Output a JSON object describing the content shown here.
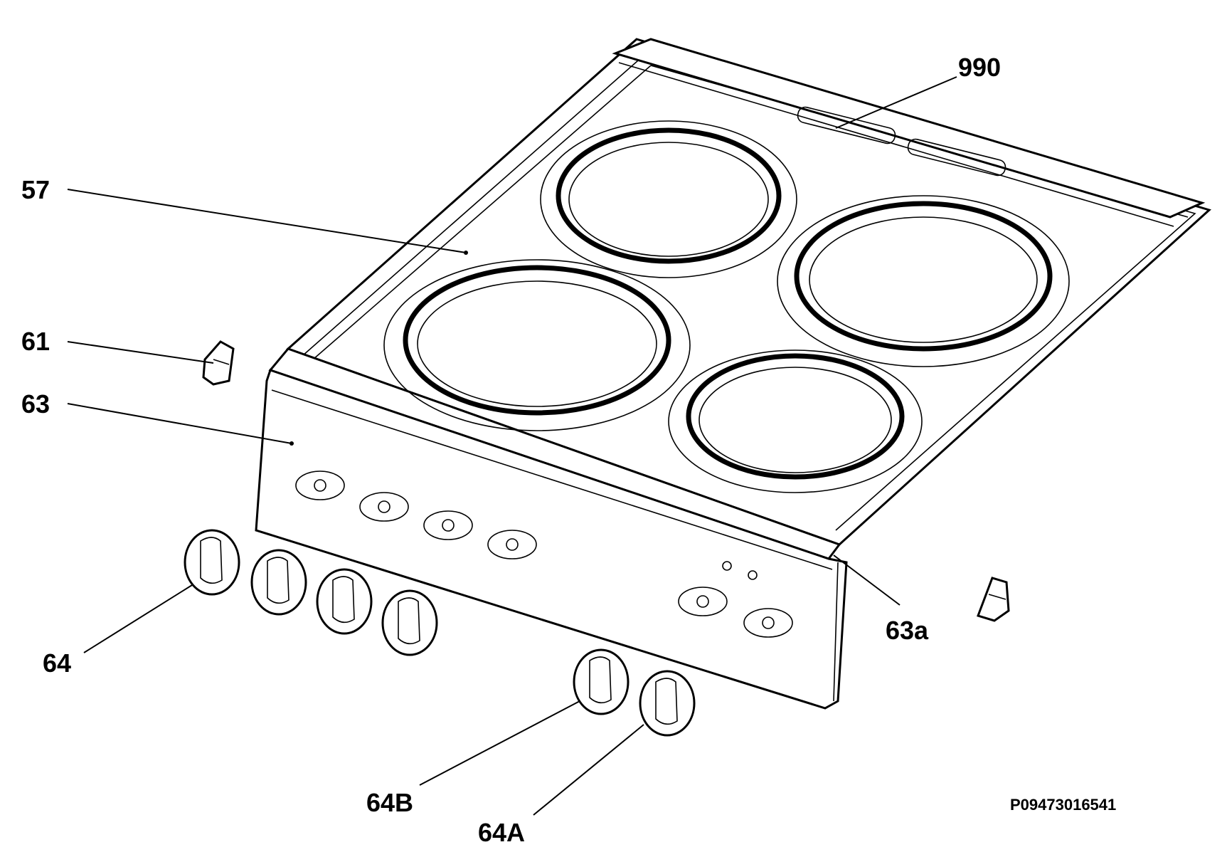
{
  "labels": {
    "l990": "990",
    "l57": "57",
    "l61": "61",
    "l63": "63",
    "l63a": "63a",
    "l64": "64",
    "l64b": "64B",
    "l64a": "64A"
  },
  "reference_code": "P09473016541"
}
